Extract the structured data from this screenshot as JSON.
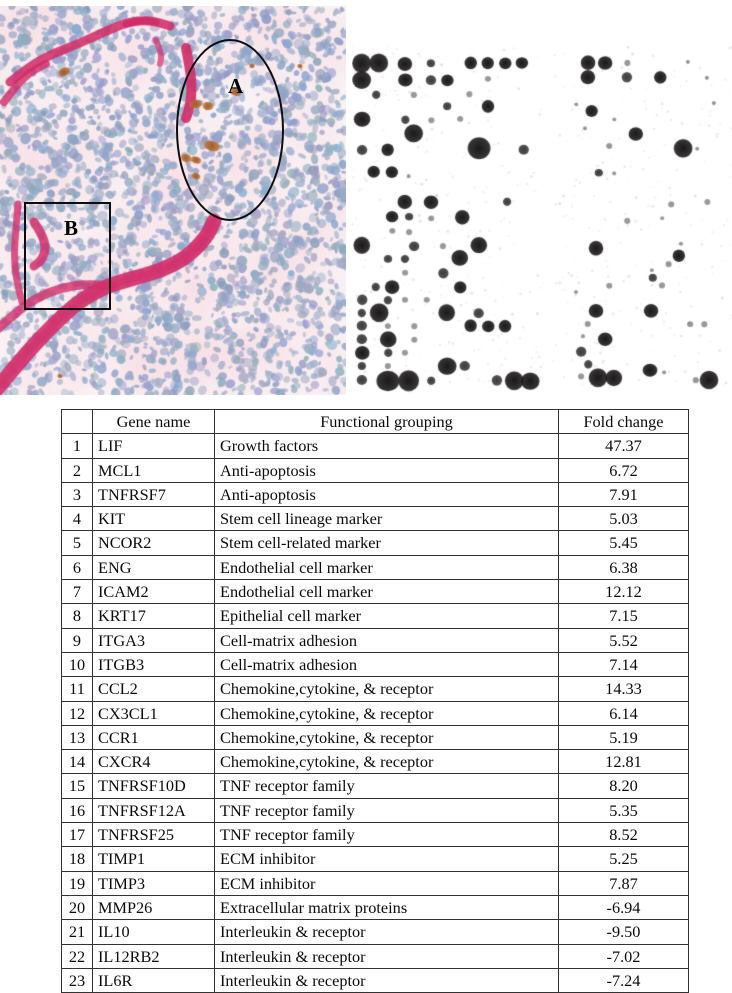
{
  "figure": {
    "histology": {
      "name": "immunohistochemistry-micrograph",
      "roi_a_label": "A",
      "roi_b_label": "B",
      "roi_a_shape": "ellipse",
      "roi_b_shape": "rectangle",
      "colors": {
        "vessel_stain": "#d42560",
        "nucleus_stain": "#8fa0bb",
        "brown_stain": "#b4631f",
        "background": "#f7eef2"
      }
    },
    "blots": [
      {
        "label": "A",
        "name": "array-blot-a"
      },
      {
        "label": "B",
        "name": "array-blot-b"
      }
    ]
  },
  "table": {
    "headers": [
      "",
      "Gene name",
      "Functional grouping",
      "Fold change"
    ],
    "rows": [
      {
        "idx": "1",
        "gene": "LIF",
        "func": "Growth factors",
        "fold": "47.37"
      },
      {
        "idx": "2",
        "gene": "MCL1",
        "func": "Anti-apoptosis",
        "fold": "6.72"
      },
      {
        "idx": "3",
        "gene": "TNFRSF7",
        "func": "Anti-apoptosis",
        "fold": "7.91"
      },
      {
        "idx": "4",
        "gene": "KIT",
        "func": "Stem cell lineage marker",
        "fold": "5.03"
      },
      {
        "idx": "5",
        "gene": "NCOR2",
        "func": "Stem cell-related marker",
        "fold": "5.45"
      },
      {
        "idx": "6",
        "gene": "ENG",
        "func": "Endothelial cell marker",
        "fold": "6.38"
      },
      {
        "idx": "7",
        "gene": "ICAM2",
        "func": "Endothelial cell marker",
        "fold": "12.12"
      },
      {
        "idx": "8",
        "gene": "KRT17",
        "func": "Epithelial cell marker",
        "fold": "7.15"
      },
      {
        "idx": "9",
        "gene": "ITGA3",
        "func": "Cell-matrix adhesion",
        "fold": "5.52"
      },
      {
        "idx": "10",
        "gene": "ITGB3",
        "func": "Cell-matrix adhesion",
        "fold": "7.14"
      },
      {
        "idx": "11",
        "gene": "CCL2",
        "func": "Chemokine,cytokine, & receptor",
        "fold": "14.33"
      },
      {
        "idx": "12",
        "gene": "CX3CL1",
        "func": "Chemokine,cytokine, & receptor",
        "fold": "6.14"
      },
      {
        "idx": "13",
        "gene": "CCR1",
        "func": "Chemokine,cytokine, & receptor",
        "fold": "5.19"
      },
      {
        "idx": "14",
        "gene": "CXCR4",
        "func": "Chemokine,cytokine, & receptor",
        "fold": "12.81"
      },
      {
        "idx": "15",
        "gene": "TNFRSF10D",
        "func": "TNF receptor family",
        "fold": "8.20"
      },
      {
        "idx": "16",
        "gene": "TNFRSF12A",
        "func": "TNF receptor family",
        "fold": "5.35"
      },
      {
        "idx": "17",
        "gene": "TNFRSF25",
        "func": "TNF receptor family",
        "fold": "8.52"
      },
      {
        "idx": "18",
        "gene": "TIMP1",
        "func": "ECM inhibitor",
        "fold": "5.25"
      },
      {
        "idx": "19",
        "gene": "TIMP3",
        "func": "ECM inhibitor",
        "fold": "7.87"
      },
      {
        "idx": "20",
        "gene": "MMP26",
        "func": "Extracellular matrix proteins",
        "fold": "-6.94"
      },
      {
        "idx": "21",
        "gene": "IL10",
        "func": "Interleukin & receptor",
        "fold": "-9.50"
      },
      {
        "idx": "22",
        "gene": "IL12RB2",
        "func": "Interleukin & receptor",
        "fold": "-7.02"
      },
      {
        "idx": "23",
        "gene": "IL6R",
        "func": "Interleukin & receptor",
        "fold": "-7.24"
      }
    ]
  },
  "chart_data": {
    "type": "table",
    "title": "Differentially expressed genes (fold change)",
    "categories": [
      "LIF",
      "MCL1",
      "TNFRSF7",
      "KIT",
      "NCOR2",
      "ENG",
      "ICAM2",
      "KRT17",
      "ITGA3",
      "ITGB3",
      "CCL2",
      "CX3CL1",
      "CCR1",
      "CXCR4",
      "TNFRSF10D",
      "TNFRSF12A",
      "TNFRSF25",
      "TIMP1",
      "TIMP3",
      "MMP26",
      "IL10",
      "IL12RB2",
      "IL6R"
    ],
    "values": [
      47.37,
      6.72,
      7.91,
      5.03,
      5.45,
      6.38,
      12.12,
      7.15,
      5.52,
      7.14,
      14.33,
      6.14,
      5.19,
      12.81,
      8.2,
      5.35,
      8.52,
      5.25,
      7.87,
      -6.94,
      -9.5,
      -7.02,
      -7.24
    ],
    "groups": [
      "Growth factors",
      "Anti-apoptosis",
      "Anti-apoptosis",
      "Stem cell lineage marker",
      "Stem cell-related marker",
      "Endothelial cell marker",
      "Endothelial cell marker",
      "Epithelial cell marker",
      "Cell-matrix adhesion",
      "Cell-matrix adhesion",
      "Chemokine,cytokine, & receptor",
      "Chemokine,cytokine, & receptor",
      "Chemokine,cytokine, & receptor",
      "Chemokine,cytokine, & receptor",
      "TNF receptor family",
      "TNF receptor family",
      "TNF receptor family",
      "ECM inhibitor",
      "ECM inhibitor",
      "Extracellular matrix proteins",
      "Interleukin & receptor",
      "Interleukin & receptor",
      "Interleukin & receptor"
    ],
    "xlabel": "Gene name",
    "ylabel": "Fold change"
  },
  "blot_spots": {
    "a": [
      [
        10,
        57,
        9
      ],
      [
        27,
        57,
        9
      ],
      [
        53,
        58,
        7
      ],
      [
        79,
        57,
        4
      ],
      [
        119,
        57,
        6
      ],
      [
        136,
        57,
        6
      ],
      [
        153,
        57,
        6
      ],
      [
        170,
        57,
        6
      ],
      [
        10,
        74,
        9
      ],
      [
        53,
        74,
        7
      ],
      [
        79,
        74,
        5
      ],
      [
        95,
        74,
        6
      ],
      [
        136,
        73,
        3
      ],
      [
        24,
        89,
        4
      ],
      [
        62,
        89,
        3
      ],
      [
        117,
        88,
        3
      ],
      [
        95,
        100,
        4
      ],
      [
        136,
        100,
        6
      ],
      [
        10,
        113,
        8
      ],
      [
        53,
        114,
        4
      ],
      [
        79,
        114,
        3
      ],
      [
        108,
        113,
        3
      ],
      [
        62,
        127,
        9
      ],
      [
        10,
        144,
        5
      ],
      [
        36,
        144,
        6
      ],
      [
        127,
        142,
        11
      ],
      [
        172,
        144,
        5
      ],
      [
        22,
        166,
        6
      ],
      [
        40,
        166,
        6
      ],
      [
        57,
        170,
        2
      ],
      [
        53,
        196,
        7
      ],
      [
        79,
        196,
        7
      ],
      [
        155,
        196,
        4
      ],
      [
        40,
        211,
        6
      ],
      [
        57,
        211,
        4
      ],
      [
        79,
        212,
        3
      ],
      [
        110,
        211,
        7
      ],
      [
        40,
        225,
        3
      ],
      [
        57,
        226,
        3
      ],
      [
        10,
        239,
        8
      ],
      [
        62,
        240,
        5
      ],
      [
        91,
        240,
        3
      ],
      [
        127,
        239,
        8
      ],
      [
        36,
        253,
        4
      ],
      [
        53,
        253,
        4
      ],
      [
        108,
        252,
        8
      ],
      [
        53,
        267,
        3
      ],
      [
        91,
        267,
        5
      ],
      [
        24,
        281,
        4
      ],
      [
        40,
        281,
        7
      ],
      [
        108,
        281,
        6
      ],
      [
        10,
        294,
        5
      ],
      [
        36,
        294,
        4
      ],
      [
        53,
        294,
        3
      ],
      [
        75,
        294,
        3
      ],
      [
        10,
        307,
        4
      ],
      [
        27,
        307,
        9
      ],
      [
        95,
        307,
        8
      ],
      [
        127,
        307,
        5
      ],
      [
        10,
        320,
        5
      ],
      [
        36,
        320,
        3
      ],
      [
        62,
        320,
        3
      ],
      [
        119,
        320,
        6
      ],
      [
        136,
        320,
        6
      ],
      [
        153,
        320,
        6
      ],
      [
        10,
        333,
        5
      ],
      [
        36,
        333,
        8
      ],
      [
        62,
        334,
        3
      ],
      [
        10,
        347,
        7
      ],
      [
        36,
        347,
        4
      ],
      [
        53,
        347,
        3
      ],
      [
        10,
        360,
        4
      ],
      [
        36,
        360,
        3
      ],
      [
        95,
        360,
        9
      ],
      [
        113,
        360,
        5
      ],
      [
        10,
        374,
        5
      ],
      [
        36,
        375,
        11
      ],
      [
        57,
        375,
        10
      ],
      [
        79,
        375,
        4
      ],
      [
        145,
        374,
        5
      ],
      [
        162,
        375,
        9
      ],
      [
        178,
        375,
        9
      ]
    ],
    "b": [
      [
        36,
        57,
        7
      ],
      [
        53,
        57,
        7
      ],
      [
        75,
        57,
        3
      ],
      [
        136,
        56,
        2
      ],
      [
        36,
        71,
        7
      ],
      [
        75,
        71,
        5
      ],
      [
        108,
        71,
        6
      ],
      [
        155,
        72,
        2
      ],
      [
        24,
        98,
        2
      ],
      [
        40,
        105,
        6
      ],
      [
        162,
        97,
        2
      ],
      [
        84,
        128,
        7
      ],
      [
        62,
        113,
        2
      ],
      [
        57,
        140,
        3
      ],
      [
        131,
        142,
        9
      ],
      [
        145,
        143,
        2
      ],
      [
        33,
        122,
        2
      ],
      [
        47,
        167,
        4
      ],
      [
        62,
        167,
        2
      ],
      [
        119,
        198,
        3
      ],
      [
        155,
        196,
        3
      ],
      [
        110,
        212,
        2
      ],
      [
        75,
        215,
        3
      ],
      [
        44,
        242,
        7
      ],
      [
        129,
        238,
        2
      ],
      [
        127,
        250,
        6
      ],
      [
        117,
        258,
        3
      ],
      [
        100,
        264,
        2
      ],
      [
        101,
        272,
        4
      ],
      [
        57,
        280,
        3
      ],
      [
        110,
        279,
        3
      ],
      [
        24,
        286,
        2
      ],
      [
        44,
        305,
        7
      ],
      [
        99,
        305,
        7
      ],
      [
        36,
        318,
        3
      ],
      [
        138,
        318,
        3
      ],
      [
        152,
        318,
        3
      ],
      [
        31,
        330,
        2
      ],
      [
        53,
        333,
        7
      ],
      [
        29,
        346,
        5
      ],
      [
        36,
        358,
        4
      ],
      [
        29,
        370,
        3
      ],
      [
        46,
        372,
        9
      ],
      [
        62,
        372,
        8
      ],
      [
        98,
        364,
        7
      ],
      [
        112,
        366,
        2
      ],
      [
        144,
        374,
        3
      ],
      [
        157,
        374,
        9
      ]
    ]
  }
}
